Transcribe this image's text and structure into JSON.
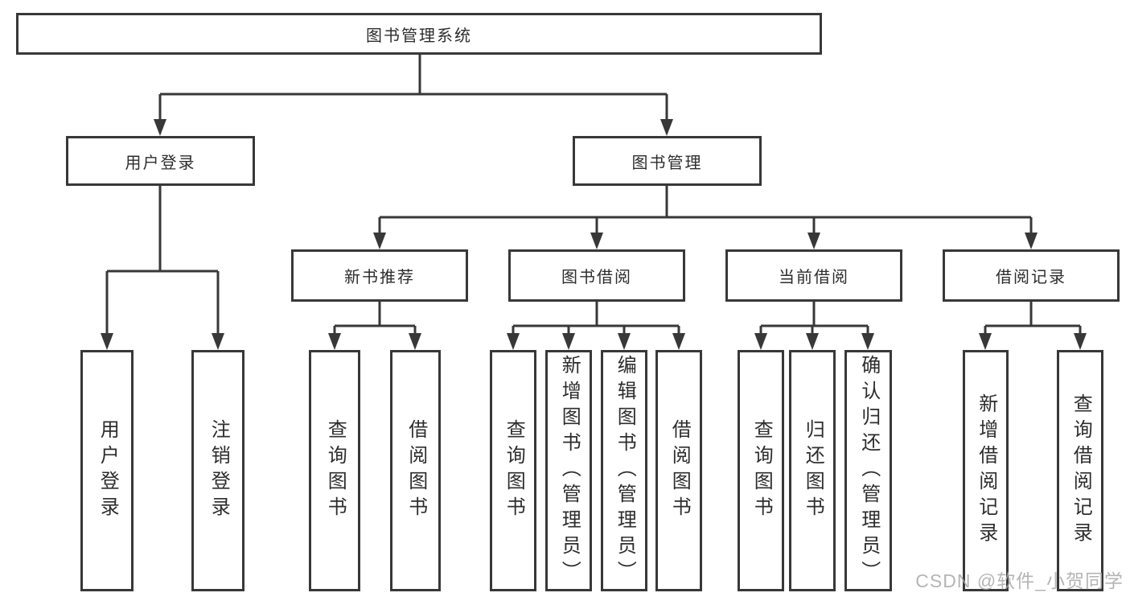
{
  "tree": {
    "label": "图书管理系统",
    "children": [
      {
        "label": "用户登录",
        "children": [
          {
            "label": "用户登录"
          },
          {
            "label": "注销登录"
          }
        ]
      },
      {
        "label": "图书管理",
        "children": [
          {
            "label": "新书推荐",
            "children": [
              {
                "label": "查询图书"
              },
              {
                "label": "借阅图书"
              }
            ]
          },
          {
            "label": "图书借阅",
            "children": [
              {
                "label": "查询图书"
              },
              {
                "label": "新增图书（管理员）"
              },
              {
                "label": "编辑图书（管理员）"
              },
              {
                "label": "借阅图书"
              }
            ]
          },
          {
            "label": "当前借阅",
            "children": [
              {
                "label": "查询图书"
              },
              {
                "label": "归还图书"
              },
              {
                "label": "确认归还（管理员）"
              }
            ]
          },
          {
            "label": "借阅记录",
            "children": [
              {
                "label": "新增借阅记录"
              },
              {
                "label": "查询借阅记录"
              }
            ]
          }
        ]
      }
    ]
  },
  "watermark": "CSDN @软件_小贺同学",
  "colors": {
    "line": "#383838",
    "text": "#2d2d2d",
    "box_background": "#ffffff",
    "watermark": "#a8a8a8"
  }
}
